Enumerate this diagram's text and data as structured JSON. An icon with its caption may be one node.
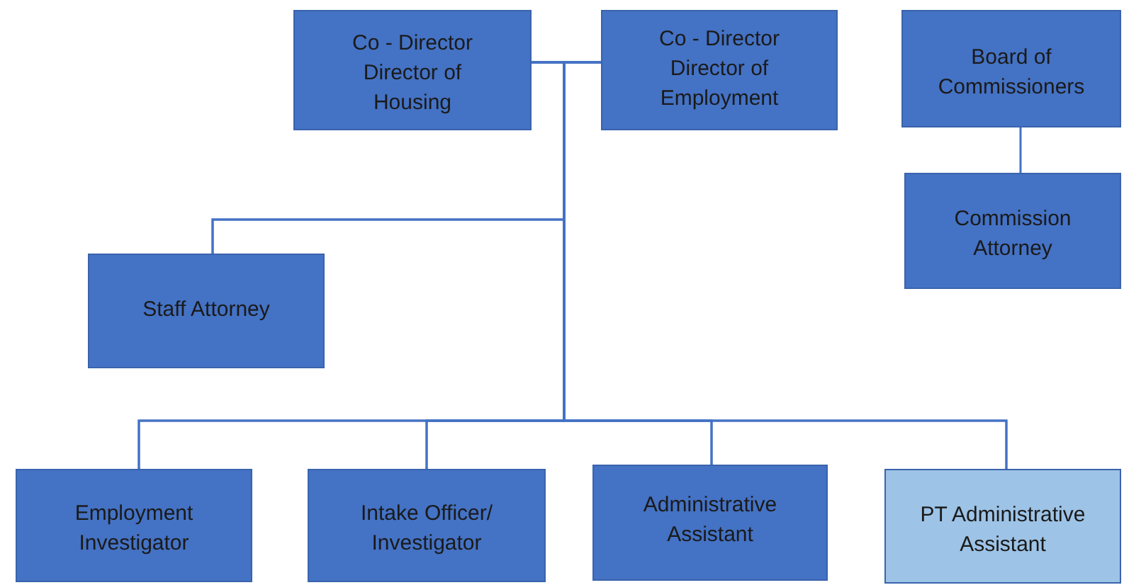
{
  "diagram": {
    "nodes": [
      {
        "text": [
          "Co - Director Director of Housing"
        ]
      },
      {
        "text": [
          "Co - Director Director of Employment"
        ]
      },
      {
        "text": [
          "Board of Commissioners"
        ]
      },
      {
        "text": [
          "Commission Attorney"
        ]
      },
      {
        "text": [
          "Staff Attorney"
        ]
      },
      {
        "text": [
          "Employment Investigator"
        ]
      },
      {
        "text": [
          "Intake Officer/ Investigator"
        ]
      },
      {
        "text": [
          "Administrative Assistant"
        ]
      },
      {
        "text": [
          "PT Administrative Assistant"
        ]
      }
    ],
    "edges": [
      {
        "from": 0,
        "to": 4,
        "arrow": "none"
      },
      {
        "from": 1,
        "to": 4,
        "arrow": "none"
      },
      {
        "from": 0,
        "to": 5,
        "arrow": "none"
      },
      {
        "from": 1,
        "to": 5,
        "arrow": "none"
      },
      {
        "from": 0,
        "to": 6,
        "arrow": "none"
      },
      {
        "from": 1,
        "to": 6,
        "arrow": "none"
      },
      {
        "from": 0,
        "to": 7,
        "arrow": "none"
      },
      {
        "from": 1,
        "to": 7,
        "arrow": "none"
      },
      {
        "from": 0,
        "to": 8,
        "arrow": "none"
      },
      {
        "from": 1,
        "to": 8,
        "arrow": "none"
      },
      {
        "from": 2,
        "to": 3,
        "arrow": "none"
      }
    ]
  }
}
